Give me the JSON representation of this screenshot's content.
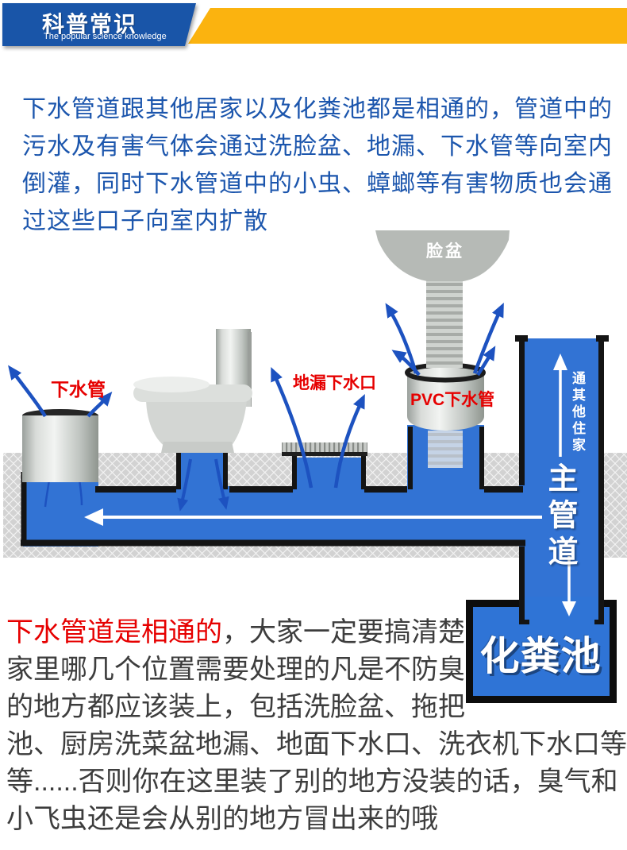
{
  "header": {
    "title": "科普常识",
    "subtitle": "The popular science knowledge"
  },
  "intro": {
    "lines": [
      "下水管道跟其他居家以及化粪池都是相通的，管道中的",
      "污水及有害气体会通过洗脸盆、地漏、下水管等向室内",
      "倒灌，同时下水管道中的小虫、蟑螂等有害物质也会通",
      "过这些口子向室内扩散"
    ]
  },
  "diagram": {
    "labels": {
      "basin": "脸盆",
      "drain_pipe": "下水管",
      "floor_drain": "地漏下水口",
      "pvc_pipe": "PVC下水管",
      "to_other_homes": "通其他住家",
      "main_pipe": "主管道",
      "septic_tank": "化粪池"
    }
  },
  "outro": {
    "line1": {
      "red": "下水管道是相通的",
      "rest": "，大家一定要搞清楚"
    },
    "lines": [
      "家里哪几个位置需要处理的凡是不防臭",
      "的地方都应该装上，包括洗脸盆、拖把",
      "池、厨房洗菜盆地漏、地面下水口、洗衣机下水口等",
      "等......否则你在这里装了别的地方没装的话，臭气和",
      "小飞虫还是会从别的地方冒出来的哦"
    ]
  },
  "theme": {
    "header_blue": "#1955a8",
    "header_yellow": "#fbb30f",
    "intro_blue": "#1c56ad",
    "outro_dark": "#3d3d3d",
    "label_red": "#e60000",
    "pipe_blue": "#3273d4",
    "pipe_border": "#141414",
    "arrow_blue": "#1d52c0",
    "ground_gray": "#d2d2d2"
  }
}
